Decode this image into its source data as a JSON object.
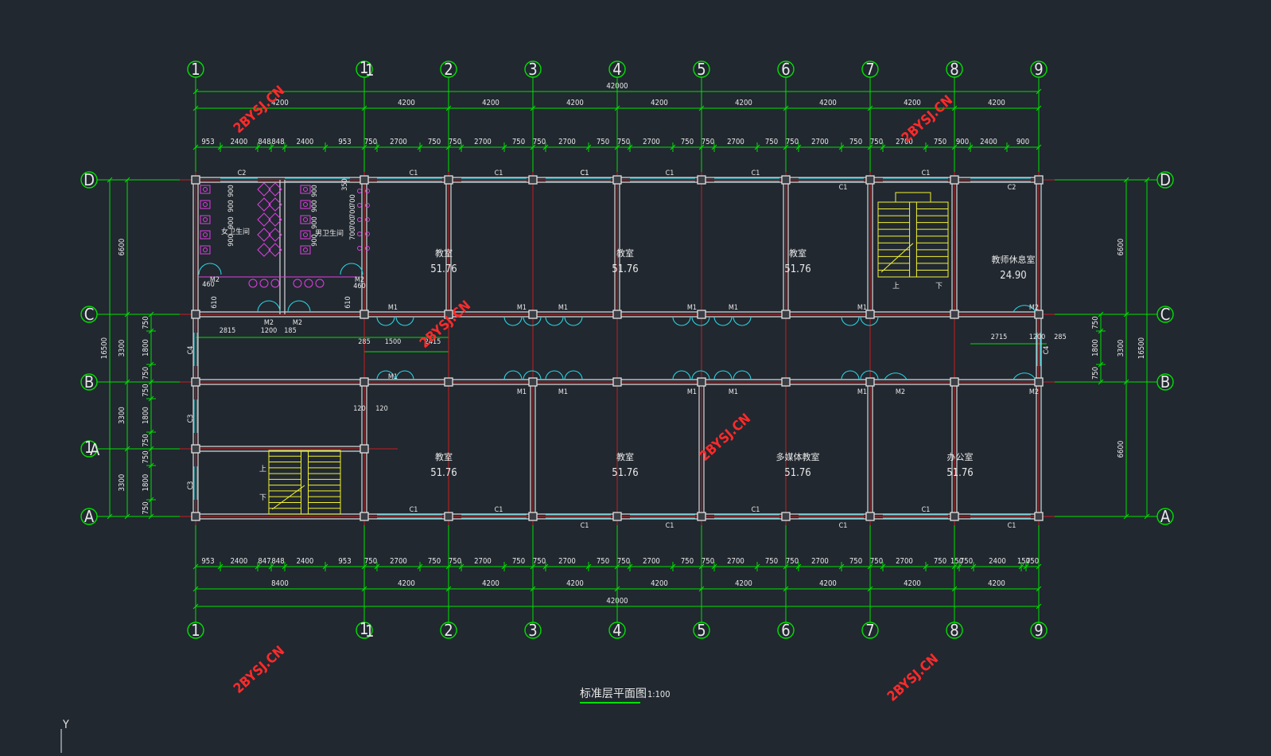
{
  "drawing": {
    "title": "标准层平面图",
    "scale": "1:100"
  },
  "ucs": {
    "y_label": "Y"
  },
  "watermark": "2BYSJ.CN",
  "axes_x": [
    "1",
    "1/1",
    "2",
    "3",
    "4",
    "5",
    "6",
    "7",
    "8",
    "9"
  ],
  "axes_y": [
    "D",
    "C",
    "B",
    "1/A",
    "A"
  ],
  "top_dims": {
    "overall": "42000",
    "bays": [
      "4200",
      "4200",
      "4200",
      "4200",
      "4200",
      "4200",
      "4200",
      "4200",
      "4200"
    ],
    "openings": [
      "953",
      "2400",
      "848",
      "848",
      "2400",
      "953",
      "750",
      "2700",
      "750",
      "750",
      "2700",
      "750",
      "750",
      "2700",
      "750",
      "750",
      "2700",
      "750",
      "750",
      "2700",
      "750",
      "750",
      "2700",
      "750",
      "750",
      "2700",
      "750",
      "900",
      "2400",
      "900"
    ]
  },
  "bottom_dims": {
    "overall": "42000",
    "bays": [
      "8400",
      "4200",
      "4200",
      "4200",
      "4200",
      "4200",
      "4200",
      "4200",
      "4200"
    ],
    "openings": [
      "953",
      "2400",
      "847",
      "848",
      "2400",
      "953",
      "750",
      "2700",
      "750",
      "750",
      "2700",
      "750",
      "750",
      "2700",
      "750",
      "750",
      "2700",
      "750",
      "750",
      "2700",
      "750",
      "750",
      "2700",
      "750",
      "750",
      "2700",
      "750",
      "150",
      "750",
      "2400",
      "150",
      "750"
    ]
  },
  "left_dims": {
    "overall": "16500",
    "bays": [
      "6600",
      "3300",
      "3300",
      "3300"
    ],
    "openings": [
      "750",
      "1800",
      "750",
      "750",
      "1800",
      "750",
      "750",
      "1800",
      "750"
    ]
  },
  "right_dims": {
    "overall": "16500",
    "bays": [
      "6600",
      "3300",
      "6600"
    ],
    "openings": [
      "750",
      "1800",
      "750"
    ]
  },
  "rooms": [
    {
      "name": "教室",
      "area": "51.76"
    },
    {
      "name": "教室",
      "area": "51.76"
    },
    {
      "name": "教室",
      "area": "51.76"
    },
    {
      "name": "教师休息室",
      "area": "24.90"
    },
    {
      "name": "教室",
      "area": "51.76"
    },
    {
      "name": "教室",
      "area": "51.76"
    },
    {
      "name": "多媒体教室",
      "area": "51.76"
    },
    {
      "name": "办公室",
      "area": "51.76"
    },
    {
      "name": "女卫生间",
      "area": ""
    },
    {
      "name": "男卫生间",
      "area": ""
    }
  ],
  "window_labels": [
    "C2",
    "C1",
    "C1",
    "C1",
    "C1",
    "C1",
    "C1",
    "C1",
    "C2",
    "C1",
    "C1",
    "C1",
    "C1",
    "C1",
    "C1",
    "C1",
    "C1",
    "C1",
    "C3",
    "C3",
    "C4",
    "C4"
  ],
  "door_labels": [
    "M1",
    "M1",
    "M1",
    "M1",
    "M1",
    "M1",
    "M2",
    "M1",
    "M1",
    "M1",
    "M1",
    "M1",
    "M1",
    "M2",
    "M2",
    "M2",
    "M2",
    "M2",
    "M2"
  ],
  "misc_dims": [
    "2815",
    "1200",
    "185",
    "285",
    "1500",
    "2415",
    "120",
    "120",
    "2715",
    "1200",
    "285",
    "900",
    "900",
    "900",
    "900",
    "900",
    "900",
    "900",
    "900",
    "700",
    "700",
    "700",
    "700",
    "350",
    "460",
    "460",
    "610",
    "610"
  ],
  "stair_text": {
    "up": "上",
    "down": "下"
  }
}
